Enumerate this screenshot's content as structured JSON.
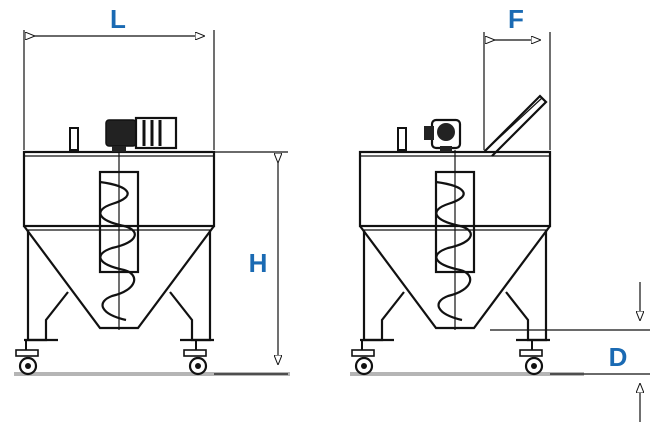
{
  "labels": {
    "L": "L",
    "F": "F",
    "H": "H",
    "D": "D"
  },
  "colors": {
    "label": "#1a6ab3",
    "line": "#111111",
    "floor": "#b5b5b5"
  },
  "icons": [
    "geared-motor-icon",
    "auger-screw-icon",
    "caster-wheel-icon",
    "inclined-chute-icon"
  ]
}
